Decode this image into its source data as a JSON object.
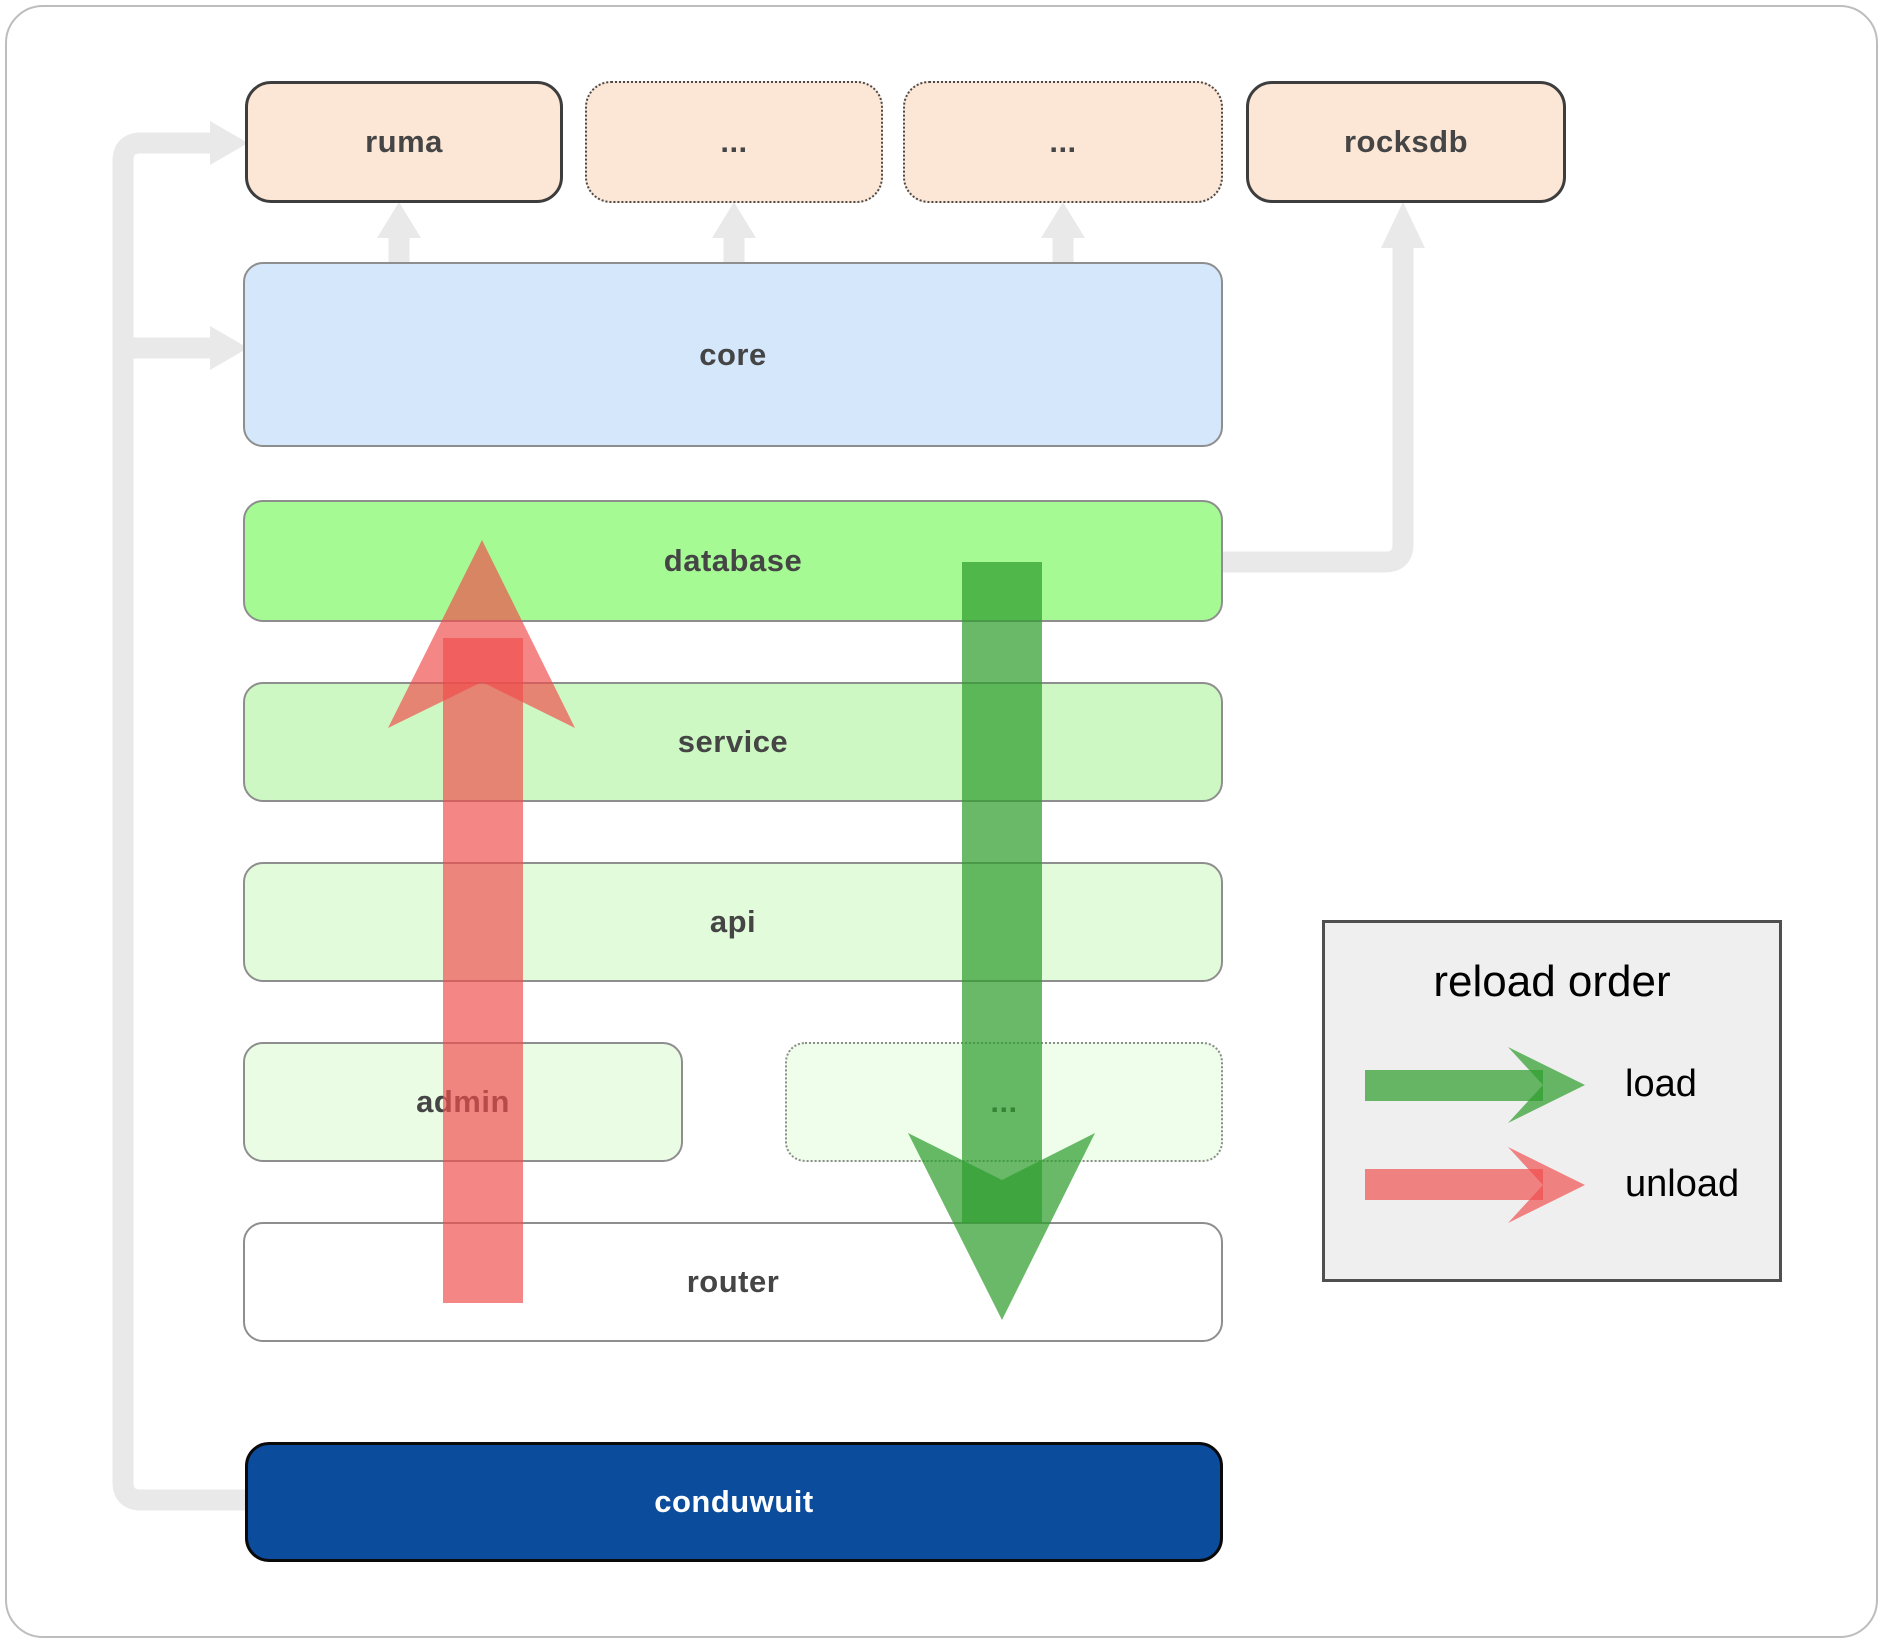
{
  "boxes": {
    "ruma": {
      "label": "ruma"
    },
    "top_dots_1": {
      "label": "..."
    },
    "top_dots_2": {
      "label": "..."
    },
    "rocksdb": {
      "label": "rocksdb"
    },
    "core": {
      "label": "core"
    },
    "database": {
      "label": "database"
    },
    "service": {
      "label": "service"
    },
    "api": {
      "label": "api"
    },
    "admin": {
      "label": "admin"
    },
    "admin_dots": {
      "label": "..."
    },
    "router": {
      "label": "router"
    },
    "conduwuit": {
      "label": "conduwuit"
    }
  },
  "legend": {
    "title": "reload order",
    "load_label": "load",
    "unload_label": "unload"
  },
  "colors": {
    "peach_fill": "#fce6d6",
    "dark_border": "#3d3d3d",
    "gray_border": "#8e8e8e",
    "core_fill": "#d4e7fb",
    "database_fill": "#a5fa94",
    "service_fill": "#cdf8c3",
    "api_fill": "#e2fbdb",
    "admin_fill": "#ebfce5",
    "admin_dots_fill": "#effdeb",
    "router_fill": "#ffffff",
    "conduwuit_fill": "#0c4c9c",
    "conduwuit_text": "#ffffff",
    "label_text": "#454545",
    "connector_gray": "#e9e9e9",
    "load_green": "#2f9e2f",
    "unload_red": "#f04c4c",
    "legend_bg": "#efefef",
    "legend_border": "#4f4f4f",
    "legend_text": "#000000"
  }
}
